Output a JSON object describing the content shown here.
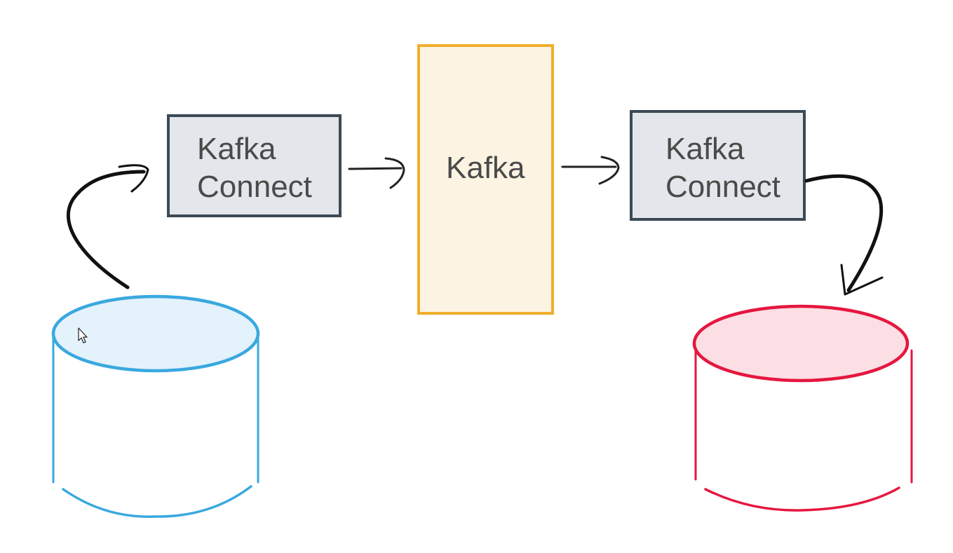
{
  "diagram": {
    "nodes": {
      "source_connect": {
        "line1": "Kafka",
        "line2": "Connect"
      },
      "broker": {
        "label": "Kafka"
      },
      "sink_connect": {
        "line1": "Kafka",
        "line2": "Connect"
      },
      "source_db": {
        "shape": "database-cylinder"
      },
      "sink_db": {
        "shape": "database-cylinder"
      }
    },
    "edges": [
      {
        "from": "source_db",
        "to": "source_connect"
      },
      {
        "from": "source_connect",
        "to": "broker"
      },
      {
        "from": "broker",
        "to": "sink_connect"
      },
      {
        "from": "sink_connect",
        "to": "sink_db"
      }
    ],
    "colors": {
      "connect_fill": "#e3e6ea",
      "connect_stroke": "#3b4a56",
      "broker_fill": "#fdf3e2",
      "broker_stroke": "#f0ae2b",
      "source_db_fill": "#e4f2fb",
      "source_db_stroke": "#3aa8df",
      "sink_db_fill": "#fbdfe4",
      "sink_db_stroke": "#e5173f",
      "arrow": "#111111",
      "text": "#4a4a4a"
    },
    "cursor": {
      "icon": "pointer-cursor-icon"
    }
  }
}
